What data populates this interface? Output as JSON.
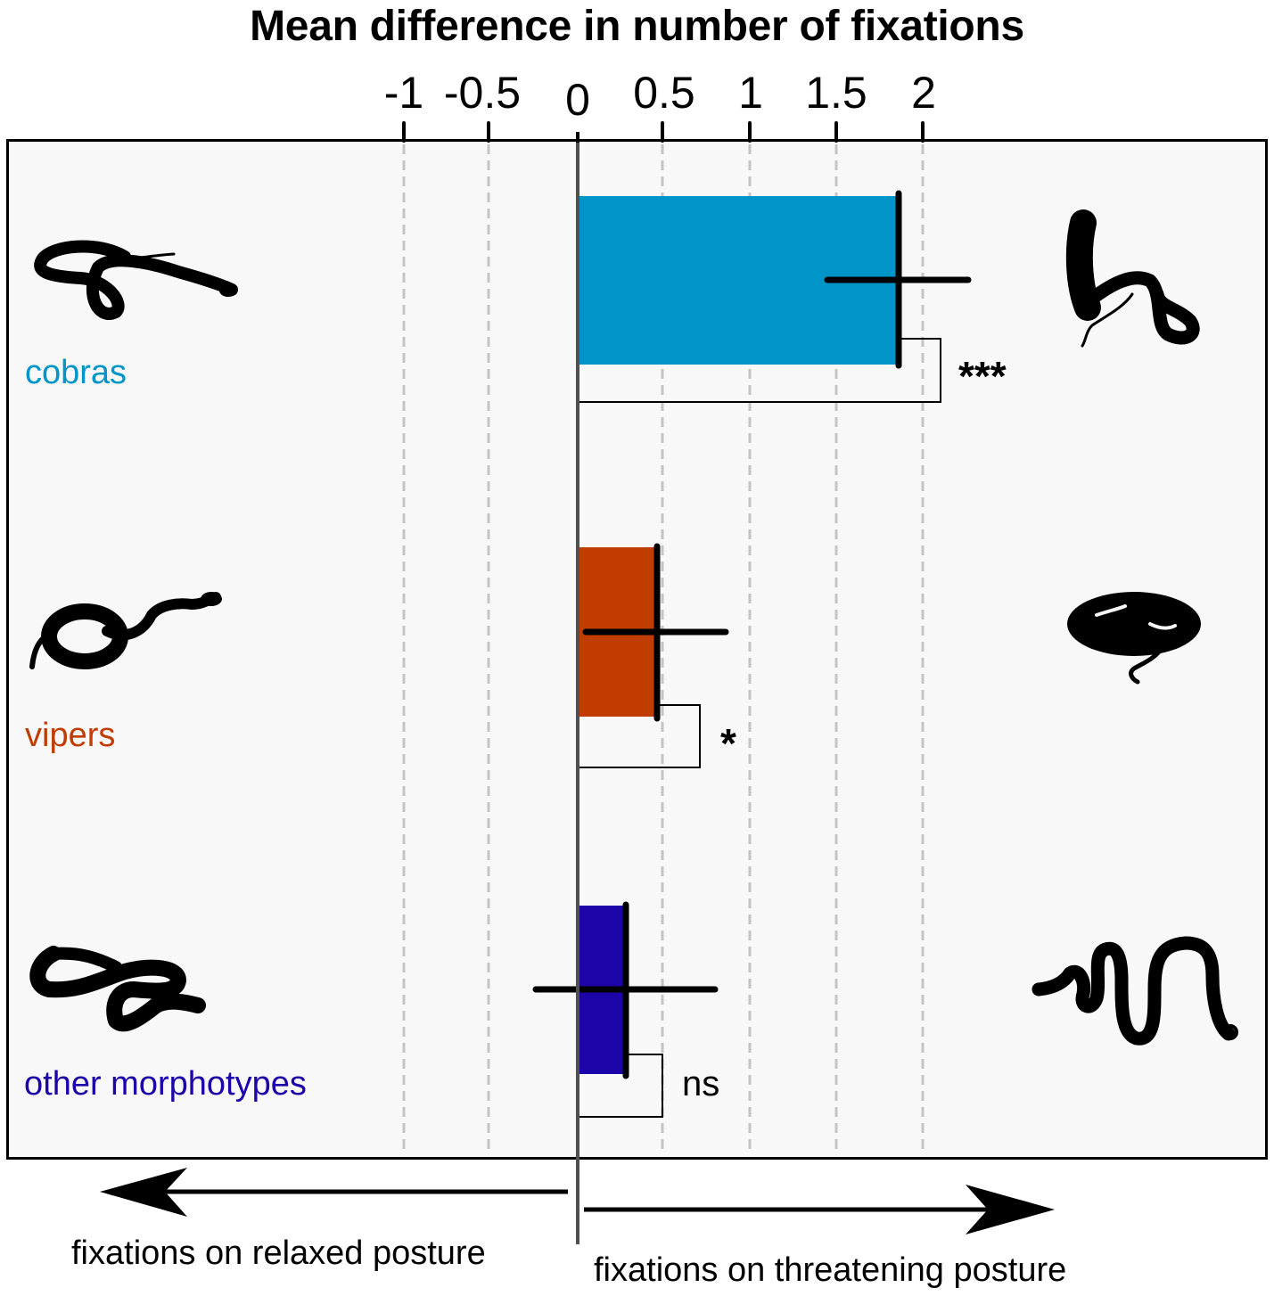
{
  "chart_data": {
    "type": "bar",
    "orientation": "horizontal",
    "title": "Mean difference in number of fixations",
    "xlabel": "Mean difference in number of fixations",
    "ylabel": "",
    "xlim": [
      -1.0,
      2.0
    ],
    "xticks": [
      -1,
      -0.5,
      0,
      0.5,
      1,
      1.5,
      2
    ],
    "xtick_labels": [
      "-1",
      "-0.5",
      "0",
      "0.5",
      "1",
      "1.5",
      "2"
    ],
    "grid": "vertical dashed at ticks",
    "categories": [
      "cobras",
      "vipers",
      "other morphotypes"
    ],
    "values": [
      1.85,
      0.46,
      0.28
    ],
    "error_low": [
      1.44,
      0.05,
      -0.25
    ],
    "error_high": [
      2.26,
      0.86,
      0.8
    ],
    "significance": [
      "***",
      "*",
      "ns"
    ],
    "colors": [
      "#0095c8",
      "#c03c00",
      "#1b04a8"
    ],
    "annotations": {
      "left_arrow": "fixations on relaxed posture",
      "right_arrow": "fixations on threatening posture"
    }
  },
  "title": "Mean difference in number of fixations",
  "ticks": [
    {
      "label": "-1",
      "value": -1
    },
    {
      "label": "-0.5",
      "value": -0.5
    },
    {
      "label": "0",
      "value": 0
    },
    {
      "label": "0.5",
      "value": 0.5
    },
    {
      "label": "1",
      "value": 1
    },
    {
      "label": "1.5",
      "value": 1.5
    },
    {
      "label": "2",
      "value": 2
    }
  ],
  "groups": [
    {
      "label": "cobras",
      "color": "#0095c8",
      "sig": "***",
      "left_icon": "snake-cobra-relaxed-icon",
      "right_icon": "snake-cobra-threatening-icon"
    },
    {
      "label": "vipers",
      "color": "#c03c00",
      "sig": "*",
      "left_icon": "snake-viper-relaxed-icon",
      "right_icon": "snake-viper-threatening-icon"
    },
    {
      "label": "other morphotypes",
      "color": "#1b04a8",
      "sig": "ns",
      "left_icon": "snake-other-relaxed-icon",
      "right_icon": "snake-other-threatening-icon"
    }
  ],
  "arrows": {
    "left_label": "fixations on relaxed posture",
    "right_label": "fixations on threatening posture"
  }
}
